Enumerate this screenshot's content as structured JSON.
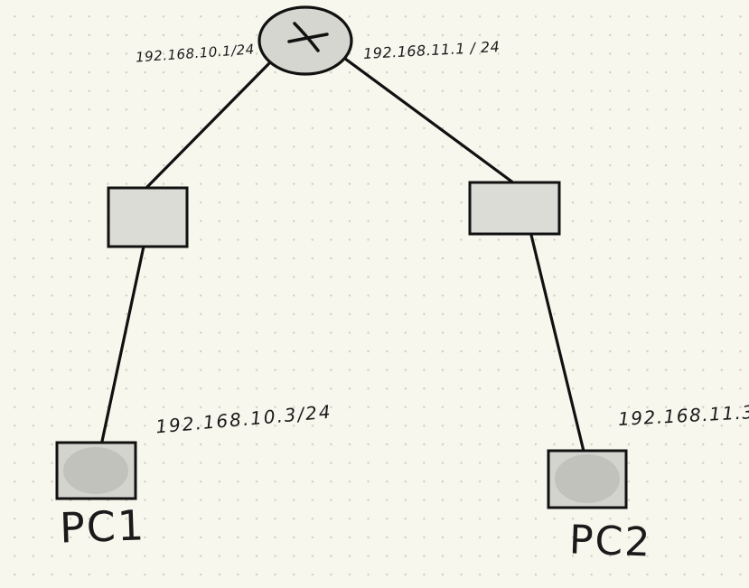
{
  "labels": {
    "router_left_ip": "192.168.10.1/24",
    "router_right_ip": "192.168.11.1 / 24",
    "pc1_ip": "192.168.10.3/24",
    "pc2_ip": "192.168.11.3",
    "pc1": "PC1",
    "pc2": "PC2"
  },
  "colors": {
    "background": "#f8f7ee",
    "grid_dot": "#cfcdbf",
    "node_fill": "#dcdcd6",
    "pc_fill": "#c8c8c2",
    "stroke": "#111111"
  },
  "icons": {
    "router": "router-x-icon",
    "switch": "switch-box-icon",
    "pc": "pc-box-icon"
  }
}
